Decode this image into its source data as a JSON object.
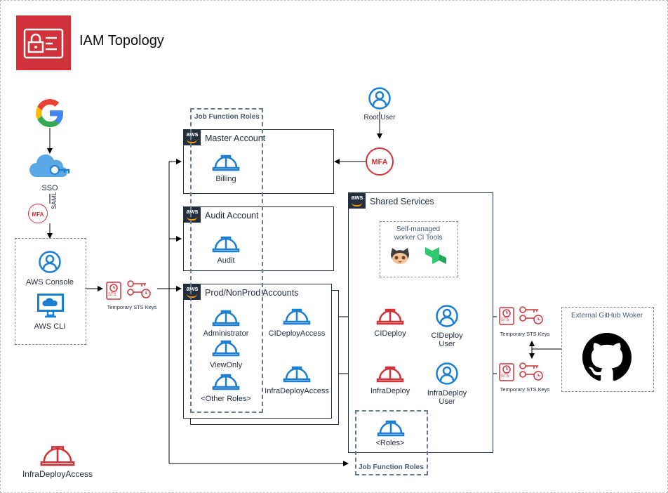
{
  "title": "IAM Topology",
  "sso": {
    "label": "SSO",
    "mfa": "MFA",
    "saml": "SAML"
  },
  "clients": {
    "console": "AWS Console",
    "cli": "AWS CLI"
  },
  "sts_left": {
    "badge": "STS",
    "label": "Temporary STS Keys"
  },
  "job_roles_top": "Job Function Roles",
  "job_roles_bottom": "Job Function Roles",
  "master": {
    "title": "Master Account",
    "role": "Billing"
  },
  "audit": {
    "title": "Audit Account",
    "role": "Audit"
  },
  "prod": {
    "title": "Prod/NonProd Accounts",
    "roles": [
      "Administrator",
      "ViewOnly",
      "<Other Roles>"
    ],
    "ci_access": "CIDeployAccess",
    "infra_access": "InfraDeployAccess"
  },
  "root": {
    "label": "Root User",
    "mfa": "MFA"
  },
  "shared": {
    "title": "Shared Services",
    "tools_line1": "Self-managed",
    "tools_line2": "worker CI Tools",
    "cideploy": "CIDeploy",
    "cideploy_user_1": "CIDeploy",
    "cideploy_user_2": "User",
    "infradeploy": "InfraDeploy",
    "infra_user_1": "InfraDeploy",
    "infra_user_2": "User",
    "roles": "<Roles>"
  },
  "sts_right_1": {
    "badge": "STS",
    "label": "Temporary STS Keys"
  },
  "sts_right_2": {
    "badge": "STS",
    "label": "Temporary STS Keys"
  },
  "github": {
    "label": "External GitHub Woker"
  },
  "legend": {
    "label": "InfraDeployAccess"
  },
  "colors": {
    "aws_red": "#d13239",
    "iam_blue": "#1a7fd4",
    "navy": "#232f3e",
    "orange": "#ff9900"
  }
}
